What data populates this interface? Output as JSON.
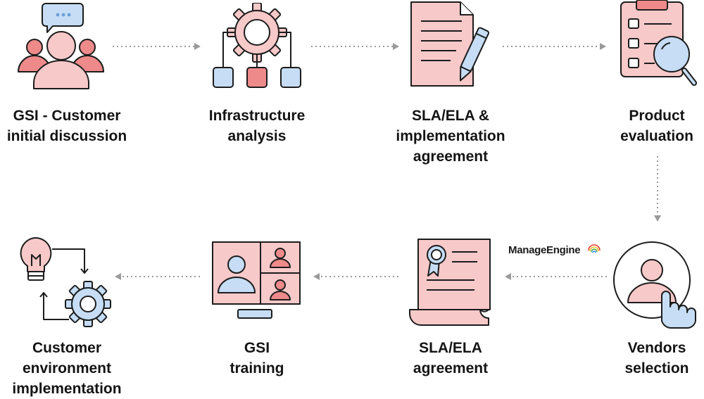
{
  "steps": {
    "s1": {
      "line1": "GSI - Customer",
      "line2": "initial discussion"
    },
    "s2": {
      "line1": "Infrastructure",
      "line2": "analysis"
    },
    "s3": {
      "line1": "SLA/ELA &",
      "line2": "implementation",
      "line3": "agreement"
    },
    "s4": {
      "line1": "Product",
      "line2": "evaluation"
    },
    "s5": {
      "line1": "Vendors",
      "line2": "selection"
    },
    "s6": {
      "line1": "SLA/ELA",
      "line2": "agreement"
    },
    "s7": {
      "line1": "GSI",
      "line2": "training"
    },
    "s8": {
      "line1": "Customer",
      "line2": "environment",
      "line3": "implementation"
    }
  },
  "logo": {
    "text": "ManageEngine"
  },
  "colors": {
    "pink": "#f8c9c9",
    "red": "#ee8a8a",
    "blue": "#c6ddf5",
    "outline": "#1c1c1c",
    "arrow": "#9a9a9a"
  }
}
